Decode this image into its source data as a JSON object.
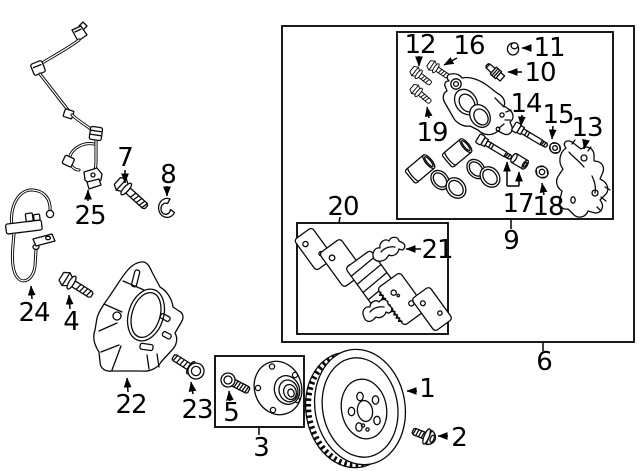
{
  "diagram": {
    "kind": "front-disc-brake-exploded-parts-diagram",
    "background_color": "#ffffff",
    "line_color": "#000000"
  },
  "callouts": [
    {
      "label": "1",
      "part": "brake-disc-rotor"
    },
    {
      "label": "2",
      "part": "rotor-set-screw"
    },
    {
      "label": "3",
      "part": "hub-bearing-assembly-group"
    },
    {
      "label": "4",
      "part": "hose-bracket-bolt"
    },
    {
      "label": "5",
      "part": "wheel-stud"
    },
    {
      "label": "6",
      "part": "front-brake-assembly-group"
    },
    {
      "label": "7",
      "part": "sensor-mounting-bolt"
    },
    {
      "label": "8",
      "part": "retaining-e-clip"
    },
    {
      "label": "9",
      "part": "caliper-assembly-group"
    },
    {
      "label": "10",
      "part": "bleeder-screw"
    },
    {
      "label": "11",
      "part": "bleeder-screw-cap"
    },
    {
      "label": "12",
      "part": "caliper-guide-bolt"
    },
    {
      "label": "13",
      "part": "caliper-carrier-bracket"
    },
    {
      "label": "14",
      "part": "caliper-guide-pin"
    },
    {
      "label": "15",
      "part": "guide-pin-nut"
    },
    {
      "label": "16",
      "part": "caliper-guide-bolt"
    },
    {
      "label": "17",
      "part": "guide-rod-and-bushing"
    },
    {
      "label": "18",
      "part": "lock-nut"
    },
    {
      "label": "19",
      "part": "caliper-guide-bolt"
    },
    {
      "label": "20",
      "part": "brake-pad-kit-group"
    },
    {
      "label": "21",
      "part": "pad-retainer-clip"
    },
    {
      "label": "22",
      "part": "splash-dust-shield"
    },
    {
      "label": "23",
      "part": "shield-mounting-bolt"
    },
    {
      "label": "24",
      "part": "flexible-brake-hose"
    },
    {
      "label": "25",
      "part": "abs-wheel-speed-sensor"
    }
  ]
}
